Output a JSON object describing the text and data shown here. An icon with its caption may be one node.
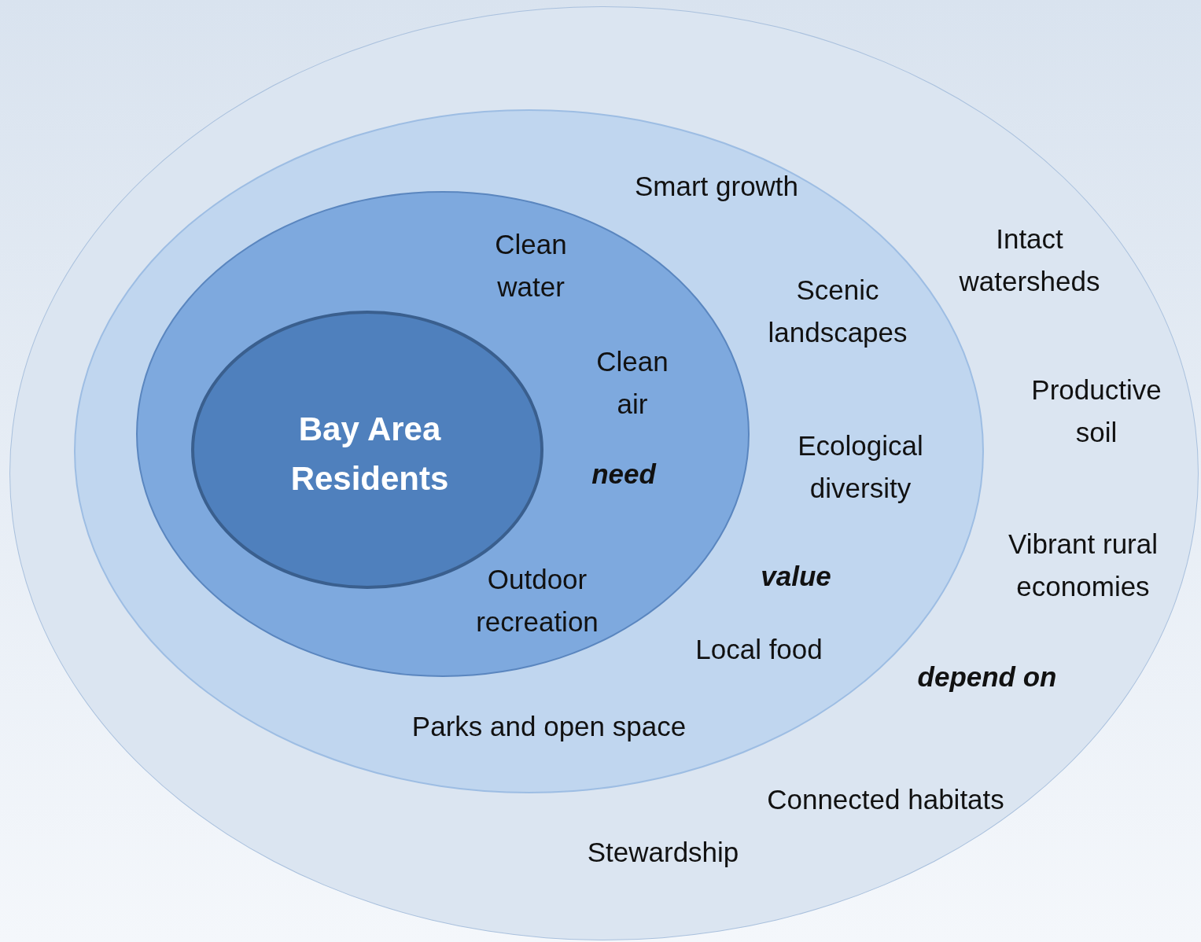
{
  "diagram": {
    "nodes": [
      {
        "text": [
          "Intact watersheds",
          "Productive soil",
          "Vibrant rural economies",
          "depend on",
          "Connected habitats",
          "Stewardship"
        ]
      },
      {
        "text": [
          "Smart growth",
          "Scenic landscapes",
          "Ecological diversity",
          "value",
          "Local food",
          "Parks and open space"
        ],
        "in": 0
      },
      {
        "text": [
          "Clean water",
          "Clean air",
          "need",
          "Outdoor recreation"
        ],
        "in": 1
      },
      {
        "text": [
          "Bay Area Residents"
        ],
        "in": 2
      }
    ],
    "edges": []
  }
}
